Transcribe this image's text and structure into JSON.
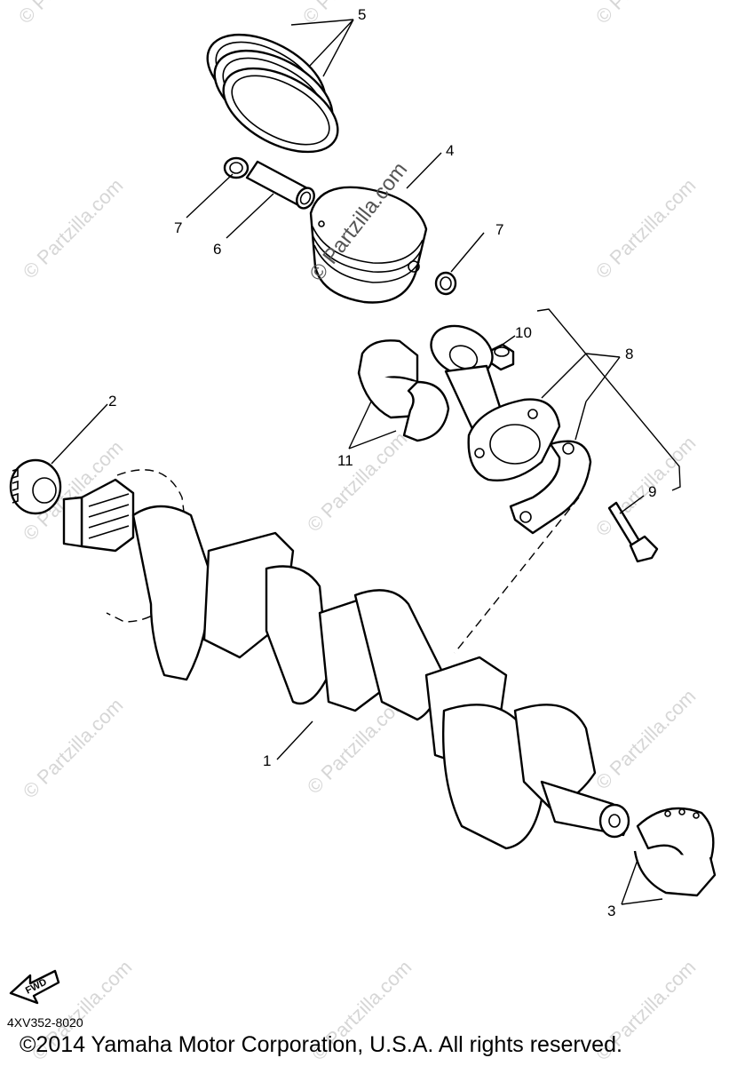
{
  "watermark": {
    "text": "© Partzilla.com"
  },
  "callouts": {
    "c1": "1",
    "c2": "2",
    "c3": "3",
    "c4": "4",
    "c5": "5",
    "c6": "6",
    "c7a": "7",
    "c7b": "7",
    "c8": "8",
    "c9": "9",
    "c10": "10",
    "c11": "11"
  },
  "fwd_label": "FWD",
  "drawing_code": "4XV352-8020",
  "copyright": "©2014  Yamaha Motor Corporation, U.S.A. All rights reserved."
}
